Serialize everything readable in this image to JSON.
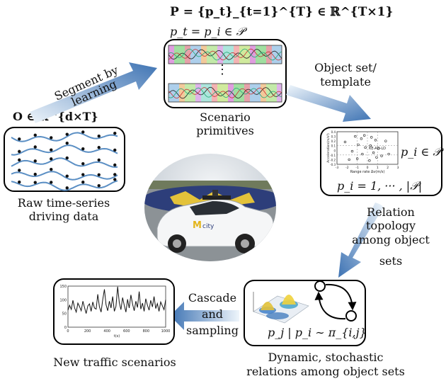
{
  "formulas": {
    "P_set": "P = {p_t}_{t=1}^{T} ∈ ℝ^{T×1}",
    "pt_eq": "p_t = p_i ∈ 𝒫",
    "O_dim": "O ∈ ℝ^{d×T}",
    "pi_in": "p_i ∈ 𝒫",
    "pi_range": "p_i = 1, ··· , |𝒫|",
    "cond": "p_j | p_i ∼ π_{i,j}"
  },
  "nodes": {
    "raw": {
      "label_line1": "Raw time-series",
      "label_line2": "driving data"
    },
    "primitives": {
      "label_line1": "Scenario",
      "label_line2": "primitives",
      "ellipsis": "⋮"
    },
    "object_set": {
      "plot_xlabel": "Range rate Δv(m/s)",
      "plot_ylabel": "Acceleration(m/s²)",
      "plot_annot": "KE-AD-LD"
    },
    "dynamic": {
      "label_line1": "Dynamic, stochastic",
      "label_line2": "relations among object sets"
    },
    "new": {
      "label": "New traffic scenarios",
      "plot_xlabel": "t(s)"
    }
  },
  "arrows": {
    "segment": {
      "line1": "Segment by",
      "line2": "learning"
    },
    "objset": {
      "line1": "Object set/",
      "line2": "template"
    },
    "relation": {
      "line1": "Relation",
      "line2": "topology",
      "line3": "among object",
      "line4": "sets"
    },
    "cascade": {
      "line1": "Cascade",
      "line2": "and",
      "line3": "sampling"
    }
  },
  "car": {
    "brand": "city"
  },
  "new_plot": {
    "yticks": [
      "150",
      "100",
      "50",
      "0"
    ],
    "xticks": [
      "0",
      "200",
      "400",
      "600",
      "800",
      "1000"
    ],
    "series": [
      62,
      80,
      65,
      98,
      70,
      55,
      88,
      75,
      60,
      95,
      72,
      50,
      78,
      85,
      58,
      92,
      70,
      66,
      120,
      75,
      55,
      100,
      138,
      82,
      60,
      95,
      70,
      112,
      58,
      76,
      148,
      90,
      64,
      108,
      80,
      55,
      102,
      70,
      118,
      85,
      60,
      95,
      72,
      130,
      66,
      88,
      58,
      104,
      80,
      62,
      98,
      74,
      112,
      68,
      86,
      58,
      92,
      78,
      64,
      100
    ]
  },
  "object_plot": {
    "xticks": [
      "-3",
      "-2",
      "-1",
      "0",
      "1",
      "2",
      "3"
    ],
    "yticks": [
      "0.4",
      "0.3",
      "0.2",
      "0.1",
      "0",
      "-0.1",
      "-0.2",
      "-0.3"
    ],
    "points": [
      [
        -1.2,
        0.3
      ],
      [
        -0.6,
        0.25
      ],
      [
        -0.3,
        0.32
      ],
      [
        0.4,
        0.28
      ],
      [
        0.8,
        0.22
      ],
      [
        -0.9,
        0.12
      ],
      [
        -0.2,
        0.06
      ],
      [
        0.3,
        0.1
      ],
      [
        1.1,
        0.04
      ],
      [
        -1.5,
        -0.02
      ],
      [
        -0.5,
        -0.08
      ],
      [
        0.6,
        -0.05
      ],
      [
        1.4,
        -0.12
      ],
      [
        -1.0,
        -0.18
      ],
      [
        0.2,
        -0.22
      ],
      [
        0.9,
        -0.15
      ],
      [
        -2.2,
        0.18
      ],
      [
        2.1,
        -0.08
      ],
      [
        -1.8,
        -0.2
      ],
      [
        1.8,
        0.2
      ]
    ]
  },
  "colors": {
    "arrow_dark": "#3b6fb0",
    "arrow_light": "#d6e6f5",
    "raw_line": "#5b8fc4",
    "box_stroke": "#000000"
  }
}
